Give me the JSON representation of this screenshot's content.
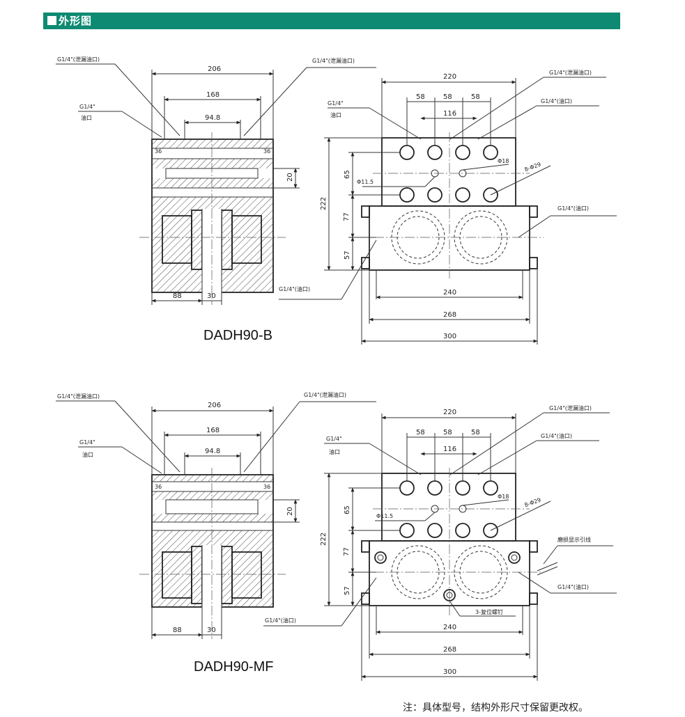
{
  "header": {
    "title": "外形图"
  },
  "views": [
    {
      "model": "DADH90-B",
      "side": {
        "dims": {
          "overall": "206",
          "mid": "168",
          "inner": "94.8",
          "left_36": "36",
          "right_36": "36",
          "height_20": "20",
          "bottom_88": "88",
          "bottom_30": "30"
        },
        "callouts": {
          "left_top": "G1/4\"(泄漏油口)",
          "left_mid": "G1/4\"",
          "left_mid_sub": "油口",
          "right_top": "G1/4\"(泄漏油口)"
        }
      },
      "front": {
        "dims": {
          "top_220": "220",
          "d58a": "58",
          "d58b": "58",
          "d58c": "58",
          "d116": "116",
          "h222": "222",
          "h65": "65",
          "h77": "77",
          "h57": "57",
          "w240": "240",
          "w268": "268",
          "w300": "300",
          "phi115": "Φ11.5",
          "phi18": "Φ18",
          "holes": "8-Φ29"
        },
        "callouts": {
          "top_left": "G1/4\"",
          "top_left_sub": "油口",
          "top_right": "G1/4\"(泄漏油口)",
          "right_mid": "G1/4\"(油口)",
          "right_low": "G1/4\"(油口)",
          "bottom_left": "G1/4\"(油口)"
        }
      }
    },
    {
      "model": "DADH90-MF",
      "side": {
        "dims": {
          "overall": "206",
          "mid": "168",
          "inner": "94.8",
          "left_36": "36",
          "right_36": "36",
          "height_20": "20",
          "bottom_88": "88",
          "bottom_30": "30"
        },
        "callouts": {
          "left_top": "G1/4\"(泄漏油口)",
          "left_mid": "G1/4\"",
          "left_mid_sub": "油口",
          "right_top": "G1/4\"(泄漏油口)"
        }
      },
      "front": {
        "dims": {
          "top_220": "220",
          "d58a": "58",
          "d58b": "58",
          "d58c": "58",
          "d116": "116",
          "h222": "222",
          "h65": "65",
          "h77": "77",
          "h57": "57",
          "w240": "240",
          "w268": "268",
          "w300": "300",
          "phi115": "Φ11.5",
          "phi18": "Φ18",
          "holes": "8-Φ29"
        },
        "callouts": {
          "top_left": "G1/4\"",
          "top_left_sub": "油口",
          "top_right": "G1/4\"(泄漏油口)",
          "right_mid": "G1/4\"(油口)",
          "right_low": "G1/4\"(油口)",
          "bottom_left": "G1/4\"(油口)",
          "wear_line": "磨损显示引线",
          "reset_screw": "3-复位螺钉"
        }
      }
    }
  ],
  "footnote": "注：具体型号，结构外形尺寸保留更改权。"
}
